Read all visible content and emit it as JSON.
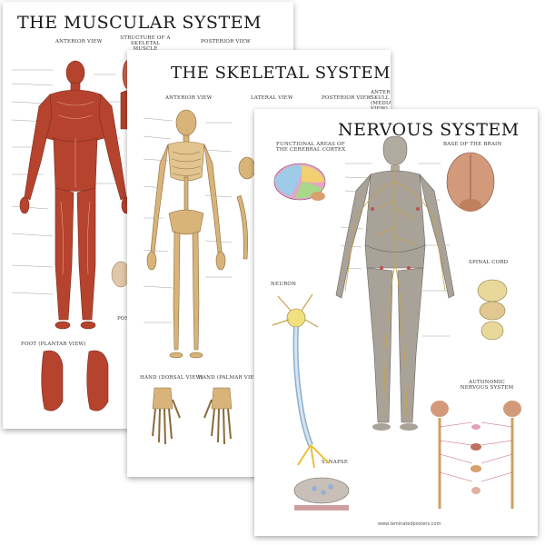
{
  "posters": {
    "muscular": {
      "title": "THE MUSCULAR SYSTEM",
      "views": [
        "ANTERIOR VIEW",
        "STRUCTURE OF A SKELETAL MUSCLE",
        "POSTERIOR VIEW",
        "FOOT (PLANTAR VIEW)",
        "POSTERIOR"
      ]
    },
    "skeletal": {
      "title": "THE SKELETAL SYSTEM",
      "views": [
        "ANTERIOR VIEW",
        "LATERAL VIEW",
        "POSTERIOR VIEW",
        "ANTERIOR SKULL (MEDIAL VIEW)",
        "HAND (DORSAL VIEW)",
        "HAND (PALMAR VIEW)"
      ]
    },
    "nervous": {
      "title": "NERVOUS SYSTEM",
      "views": [
        "FUNCTIONAL AREAS OF THE CEREBRAL CORTEX",
        "BASE OF THE BRAIN",
        "SPINAL CORD",
        "NEURON",
        "SYNAPSE",
        "AUTONOMIC NERVOUS SYSTEM"
      ],
      "footer": "www.laminatedposters.com"
    }
  },
  "colors": {
    "muscle": "#b5432e",
    "bone": "#d8b47a",
    "nerve": "#c9a24a",
    "body_shadow": "#8a8478",
    "brain": "#d29a7a"
  }
}
